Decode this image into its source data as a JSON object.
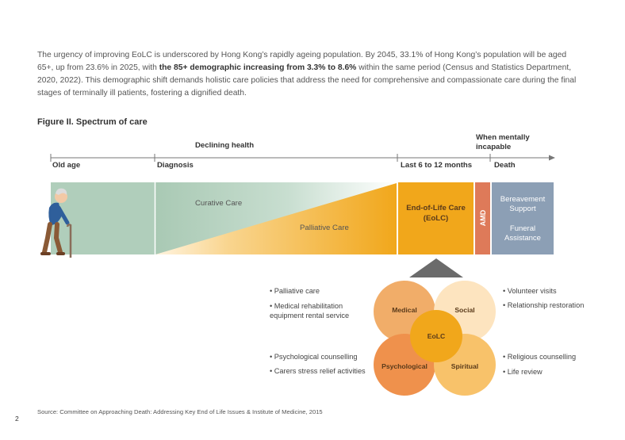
{
  "intro": {
    "part1": "The urgency of improving EoLC is underscored by Hong Kong’s rapidly ageing population. By 2045, 33.1% of Hong Kong’s population will be aged 65+, up from 23.6% in 2025, with ",
    "bold": "the 85+ demographic increasing from 3.3% to 8.6%",
    "part2": " within the same period (Census and Statistics Department, 2020, 2022). This demographic shift demands holistic care policies that address the need for comprehensive and compassionate care during the final stages of terminally ill patients, fostering a dignified death."
  },
  "figure": {
    "title": "Figure II. Spectrum of care",
    "top_labels": {
      "declining_health": "Declining health",
      "mentally_incapable": "When mentally incapable"
    },
    "timeline": [
      "Old age",
      "Diagnosis",
      "Last 6 to 12 months",
      "Death"
    ],
    "bands": {
      "curative": "Curative Care",
      "palliative": "Palliative Care",
      "eolc": "End-of-Life Care (EoLC)",
      "amd": "AMD",
      "bereavement": "Bereavement Support",
      "funeral": "Funeral Assistance"
    },
    "domains": {
      "medical": "Medical",
      "social": "Social",
      "psychological": "Psychological",
      "spiritual": "Spiritual",
      "center": "EoLC"
    },
    "lists": {
      "medical": [
        "Palliative care",
        "Medical rehabilitation equipment rental service"
      ],
      "social": [
        "Volunteer visits",
        "Relationship restoration"
      ],
      "psychological": [
        "Psychological counselling",
        "Carers stress relief activities"
      ],
      "spiritual": [
        "Religious counselling",
        "Life review"
      ]
    },
    "colors": {
      "green": "#b3d0be",
      "orange": "#f1a71b",
      "amd": "#de7a59",
      "grey_blue": "#8c9fb5"
    }
  },
  "source": "Source: Committee on Approaching Death: Addressing Key End of Life Issues & Institute of Medicine, 2015",
  "page_number": "2"
}
